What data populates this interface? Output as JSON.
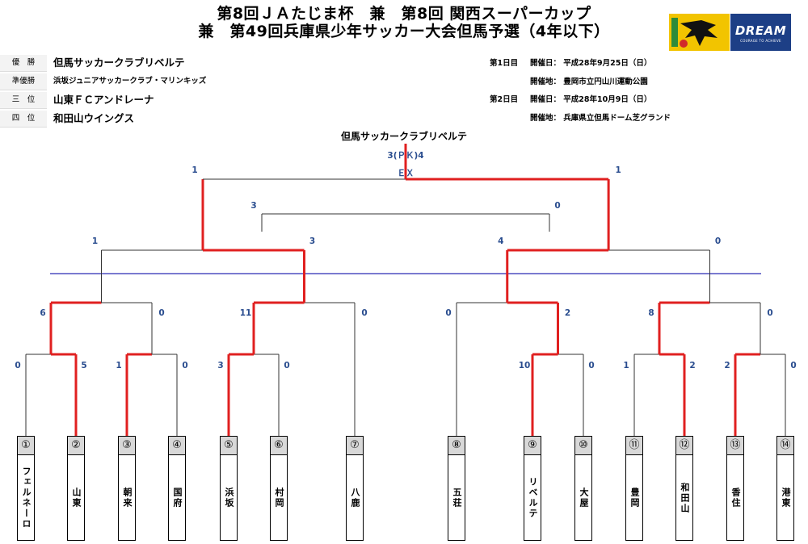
{
  "title": {
    "line1": "第8回ＪＡたじま杯　兼　第8回 関西スーパーカップ",
    "line2": "兼　第49回兵庫県少年サッカー大会但馬予選（4年以下）"
  },
  "logos": {
    "dream_word": "DREAM",
    "dream_tagline": "COURAGE TO ACHIEVE"
  },
  "rankings": [
    {
      "label": "優　勝",
      "team": "但馬サッカークラブリベルテ"
    },
    {
      "label": "準優勝",
      "team": "浜坂ジュニアサッカークラブ・マリンキッズ"
    },
    {
      "label": "三　位",
      "team": "山東ＦＣアンドレーナ"
    },
    {
      "label": "四　位",
      "team": "和田山ウイングス"
    }
  ],
  "schedule": {
    "day1_label": "第1日目",
    "day1_date": "開催日：  平成28年9月25日（日）",
    "day1_venue": "開催地：  豊岡市立円山川運動公園",
    "day2_label": "第2日目",
    "day2_date": "開催日：  平成28年10月9日（日）",
    "day2_venue": "開催地：  兵庫県立但馬ドーム芝グランド"
  },
  "champion": "但馬サッカークラブリベルテ",
  "final": {
    "pk": "3(ＰＫ)4",
    "ex": "ＥＸ"
  },
  "teams": [
    {
      "num": "①",
      "name": "フェルネーロ"
    },
    {
      "num": "②",
      "name": "山東"
    },
    {
      "num": "③",
      "name": "朝来"
    },
    {
      "num": "④",
      "name": "国府"
    },
    {
      "num": "⑤",
      "name": "浜坂"
    },
    {
      "num": "⑥",
      "name": "村岡"
    },
    {
      "num": "⑦",
      "name": "八鹿"
    },
    {
      "num": "⑧",
      "name": "五荘"
    },
    {
      "num": "⑨",
      "name": "リベルテ"
    },
    {
      "num": "⑩",
      "name": "大屋"
    },
    {
      "num": "⑪",
      "name": "豊岡"
    },
    {
      "num": "⑫",
      "name": "和田山"
    },
    {
      "num": "⑬",
      "name": "香住"
    },
    {
      "num": "⑭",
      "name": "港東"
    }
  ],
  "scores": {
    "r1": [
      "0",
      "5",
      "1",
      "0",
      "3",
      "0",
      "10",
      "0",
      "1",
      "2",
      "2",
      "0"
    ],
    "r2": [
      "6",
      "0",
      "11",
      "0",
      "0",
      "2",
      "8",
      "0"
    ],
    "r3": [
      "1",
      "3",
      "4",
      "0"
    ],
    "third_place": [
      "3",
      "0"
    ],
    "final": [
      "1",
      "1"
    ]
  },
  "colors": {
    "winner_line": "#e02020",
    "base_line": "#333333",
    "score_text": "#2a4d8f",
    "day_divider": "#7a7ad0"
  }
}
